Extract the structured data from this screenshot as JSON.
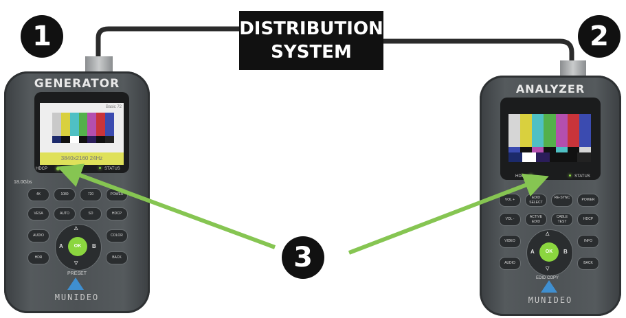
{
  "badges": {
    "one": "1",
    "two": "2",
    "three": "3"
  },
  "distribution": {
    "line1": "DISTRIBUTION",
    "line2": "SYSTEM"
  },
  "colors": {
    "arrow": "#86c552",
    "led": "#8bd63f",
    "cable": "#2b2b2b",
    "body": "#4d5255"
  },
  "generator": {
    "title": "GENERATOR",
    "screen_tag": "Basic 72",
    "screen_status": "3840x2160 24Hz",
    "hdcp": "HDCP",
    "status": "STATUS",
    "band": "18.0Gbs",
    "buttons": [
      "4K",
      "1080",
      "720",
      "POWER",
      "VESA",
      "AUTO",
      "SD",
      "HDCP",
      "AUDIO",
      "COLOR",
      "HDR",
      "BACK"
    ],
    "ok": "OK",
    "a": "A",
    "b": "B",
    "preset": "PRESET",
    "brand": "MUNIDEO"
  },
  "analyzer": {
    "title": "ANALYZER",
    "hdcp": "HDCP",
    "status": "STATUS",
    "buttons": [
      "VOL +",
      "EDID SELECT",
      "RE-SYNC",
      "POWER",
      "VOL -",
      "ACTIVE EDID",
      "CABLE TEST",
      "HDCP",
      "VIDEO",
      "INFO",
      "AUDIO",
      "BACK"
    ],
    "ok": "OK",
    "a": "A",
    "b": "B",
    "edid_copy": "EDID COPY",
    "brand": "MUNIDEO"
  }
}
